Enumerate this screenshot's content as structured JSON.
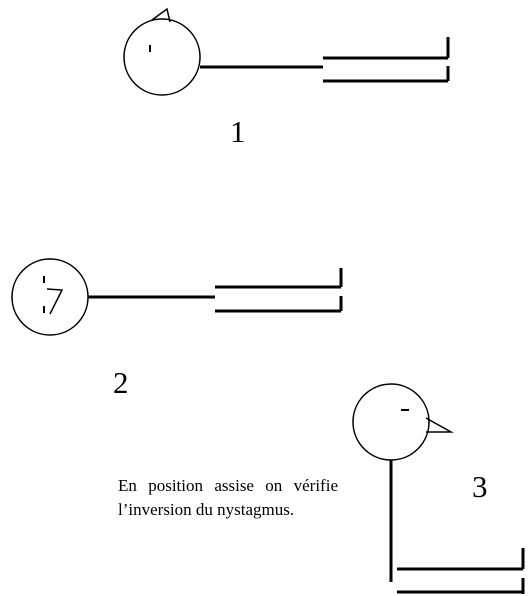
{
  "labels": {
    "fig1": "1",
    "fig2": "2",
    "fig3": "3"
  },
  "caption": "En position assise on vérifie l’inversion du nystagmus.",
  "colors": {
    "ink": "#000000",
    "background": "#ffffff"
  }
}
